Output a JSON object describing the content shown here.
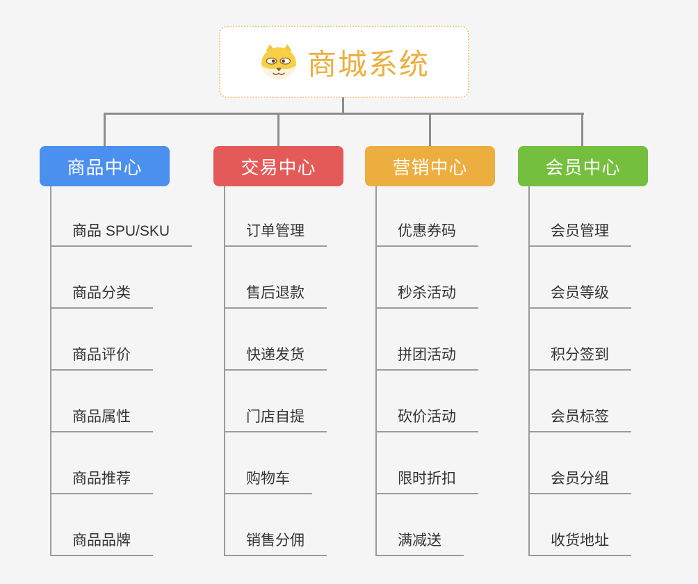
{
  "page": {
    "background_color": "#f5f5f5",
    "connector_color": "#8c8c8c"
  },
  "root": {
    "title": "商城系统",
    "icon": "shiba-dog-logo",
    "title_color": "#efae3f",
    "border_color": "#f2c87f"
  },
  "branches": [
    {
      "label": "商品中心",
      "color": "#4b90ee",
      "children": [
        "商品 SPU/SKU",
        "商品分类",
        "商品评价",
        "商品属性",
        "商品推荐",
        "商品品牌"
      ]
    },
    {
      "label": "交易中心",
      "color": "#e45a58",
      "children": [
        "订单管理",
        "售后退款",
        "快递发货",
        "门店自提",
        "购物车",
        "销售分佣"
      ]
    },
    {
      "label": "营销中心",
      "color": "#ecae3f",
      "children": [
        "优惠券码",
        "秒杀活动",
        "拼团活动",
        "砍价活动",
        "限时折扣",
        "满减送"
      ]
    },
    {
      "label": "会员中心",
      "color": "#75bf3f",
      "children": [
        "会员管理",
        "会员等级",
        "积分签到",
        "会员标签",
        "会员分组",
        "收货地址"
      ]
    }
  ]
}
